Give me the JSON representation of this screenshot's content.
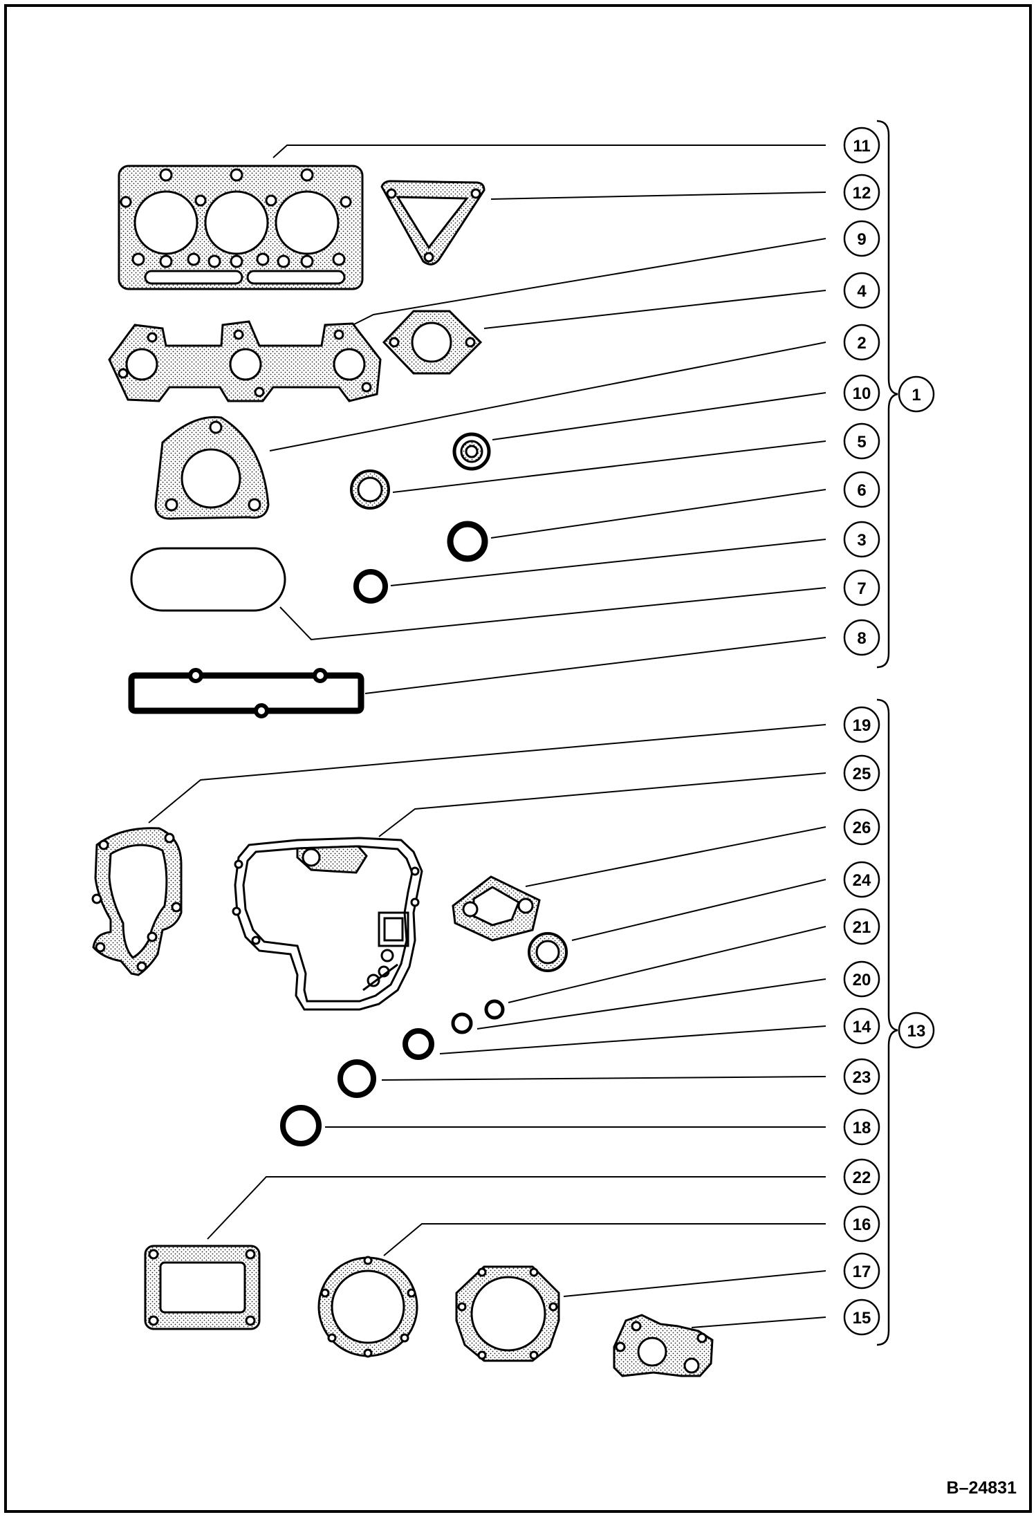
{
  "figure_id": "B–24831",
  "group_upper": {
    "label": "1",
    "items": [
      "11",
      "12",
      "9",
      "4",
      "2",
      "10",
      "5",
      "6",
      "3",
      "7",
      "8"
    ]
  },
  "group_lower": {
    "label": "13",
    "items": [
      "19",
      "25",
      "26",
      "24",
      "21",
      "20",
      "14",
      "23",
      "18",
      "22",
      "16",
      "17",
      "15"
    ]
  }
}
